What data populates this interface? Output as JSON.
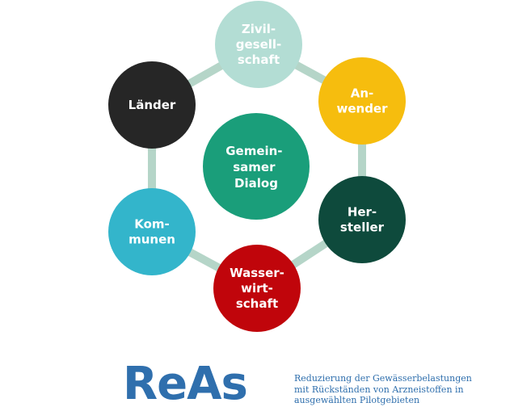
{
  "diagram": {
    "ring_color": "#b5d5c8",
    "center": {
      "lines": [
        "Gemein-",
        "samer",
        "Dialog"
      ],
      "color": "#1a9e7a"
    },
    "nodes": [
      {
        "id": "zivilgesellschaft",
        "lines": [
          "Zivil-",
          "gesell-",
          "schaft"
        ],
        "color": "#b3ddd4"
      },
      {
        "id": "anwender",
        "lines": [
          "An-",
          "wender"
        ],
        "color": "#f6bd0e"
      },
      {
        "id": "hersteller",
        "lines": [
          "Her-",
          "steller"
        ],
        "color": "#0e4a3c"
      },
      {
        "id": "wasserwirtschaft",
        "lines": [
          "Wasser-",
          "wirt-",
          "schaft"
        ],
        "color": "#c0050b"
      },
      {
        "id": "kommunen",
        "lines": [
          "Kom-",
          "munen"
        ],
        "color": "#33b5cb"
      },
      {
        "id": "laender",
        "lines": [
          "Länder"
        ],
        "color": "#262626"
      }
    ]
  },
  "footer": {
    "logo": {
      "text_re": "Re",
      "text_as": "As",
      "color_main": "#2f6fad",
      "color_light": "#8cc0e4"
    },
    "tagline": [
      "Reduzierung der Gewässerbelastungen",
      "mit Rückständen von Arzneistoffen in",
      "ausgewählten Pilotgebieten"
    ]
  }
}
